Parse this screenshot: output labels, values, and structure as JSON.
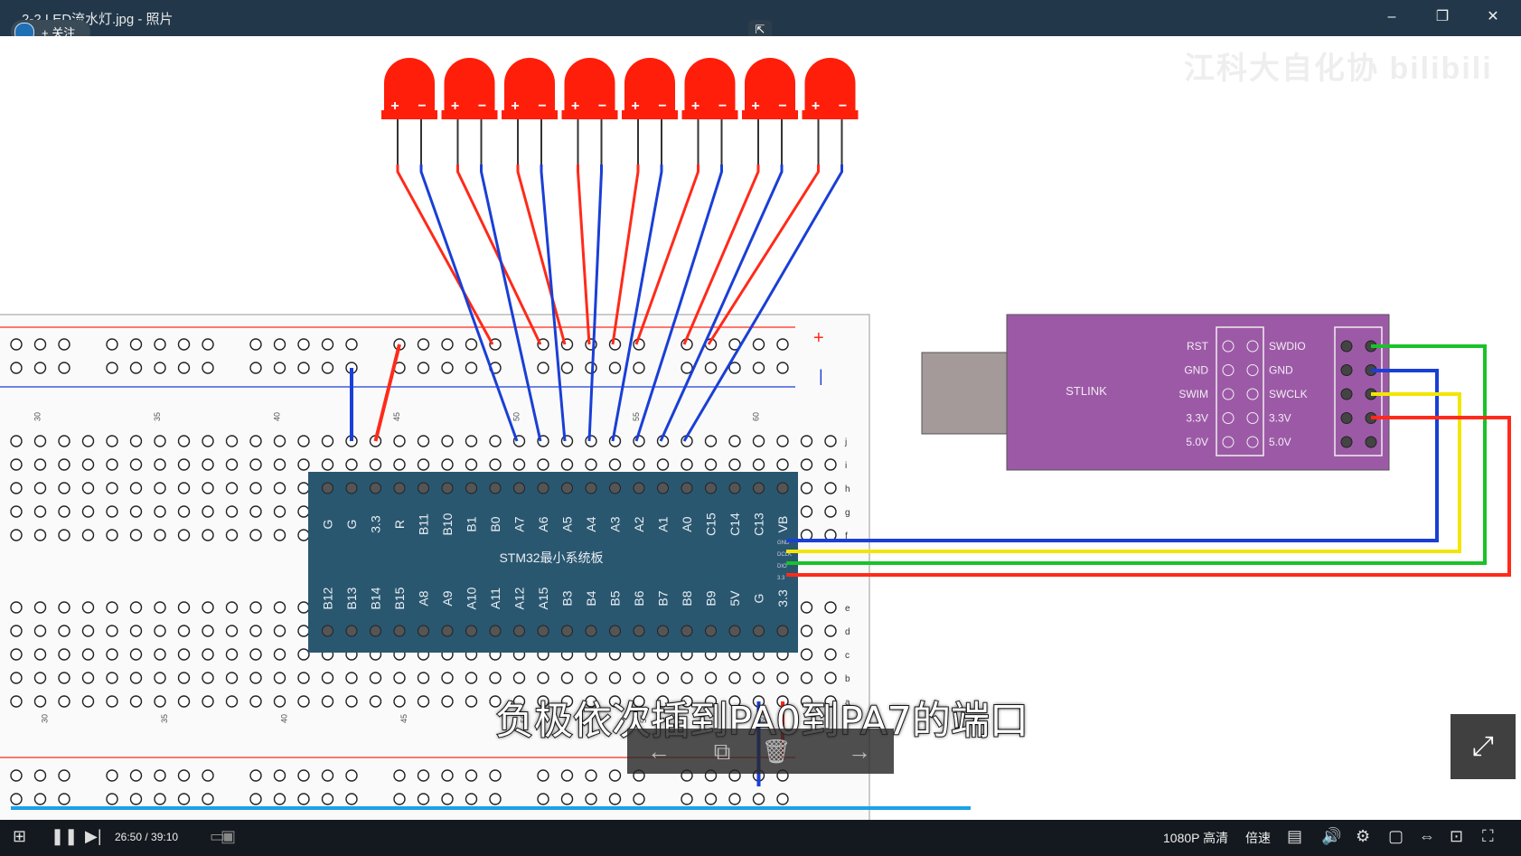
{
  "window": {
    "title": "2-2 LED流水灯.jpg - 照片",
    "minimize_glyph": "–",
    "restore_glyph": "❐",
    "close_glyph": "✕"
  },
  "uploader": {
    "follow_label": "+ 关注"
  },
  "watermark": "江科大自化协 bilibili",
  "diagram": {
    "led_polarity": [
      "+",
      "−"
    ],
    "rail_plus": "+",
    "rail_minus": "|",
    "col_numbers": [
      "30",
      "35",
      "40",
      "45",
      "50",
      "55",
      "60"
    ],
    "row_letters_top": [
      "j",
      "i",
      "h",
      "g",
      "f"
    ],
    "row_letters_bottom": [
      "e",
      "d",
      "c",
      "b",
      "a"
    ],
    "board_name": "STM32最小系统板",
    "board_top_pins": [
      "G",
      "G",
      "3.3",
      "R",
      "B11",
      "B10",
      "B1",
      "B0",
      "A7",
      "A6",
      "A5",
      "A4",
      "A3",
      "A2",
      "A1",
      "A0",
      "C15",
      "C14",
      "C13",
      "VB"
    ],
    "board_bottom_pins": [
      "B12",
      "B13",
      "B14",
      "B15",
      "A8",
      "A9",
      "A10",
      "A11",
      "A12",
      "A15",
      "B3",
      "B4",
      "B5",
      "B6",
      "B7",
      "B8",
      "B9",
      "5V",
      "G",
      "3.3"
    ],
    "board_side_pins": [
      "GND",
      "DCLK",
      "DIO",
      "3.3"
    ],
    "stlink_name": "STLINK",
    "stlink_left_labels": [
      "RST",
      "GND",
      "SWIM",
      "3.3V",
      "5.0V"
    ],
    "stlink_right_labels": [
      "SWDIO",
      "GND",
      "SWCLK",
      "3.3V",
      "5.0V"
    ],
    "colors": {
      "red": "#ff2a1a",
      "blue": "#1a3fd6",
      "green": "#19c22a",
      "yellow": "#f2e600",
      "board": "#2a5770",
      "stlink": "#9c5aa6",
      "led": "#ff1e0a"
    }
  },
  "subtitle": "负极依次插到PA0到PA7的端口",
  "photo_toolbar": {
    "prev": "←",
    "copy": "⧉",
    "delete": "🗑",
    "next": "→"
  },
  "expand_glyph": "⤢",
  "player": {
    "time": "26:50 / 39:10",
    "progress": 0.64,
    "quality": "1080P 高清",
    "speed": "倍速"
  }
}
